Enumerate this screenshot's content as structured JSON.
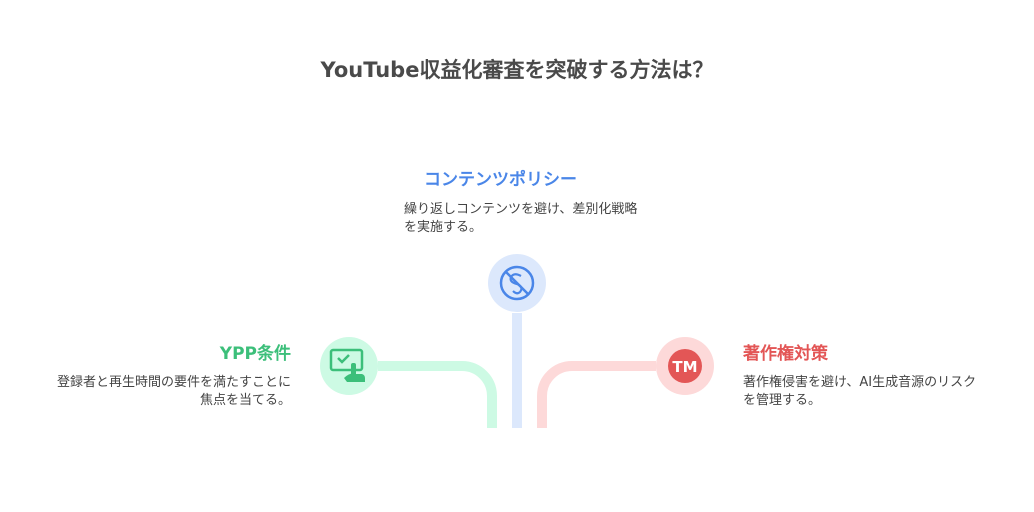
{
  "title": "YouTube収益化審査を突破する方法は？",
  "branches": [
    {
      "heading": "コンテンツポリシー",
      "description": "繰り返しコンテンツを避け、差別化戦略を実施する。",
      "icon": "no-copy-icon",
      "color": "#4a86e8",
      "light": "#dce8fc"
    },
    {
      "heading": "YPP条件",
      "description": "登録者と再生時間の要件を満たすことに焦点を当てる。",
      "icon": "touch-screen-check-icon",
      "color": "#3cbf7a",
      "light": "#cdfae4"
    },
    {
      "heading": "著作権対策",
      "description": "著作権侵害を避け、AI生成音源のリスクを管理する。",
      "icon": "trademark-icon",
      "icon_text": "TM",
      "color": "#e35656",
      "light": "#fdd9d9"
    }
  ]
}
